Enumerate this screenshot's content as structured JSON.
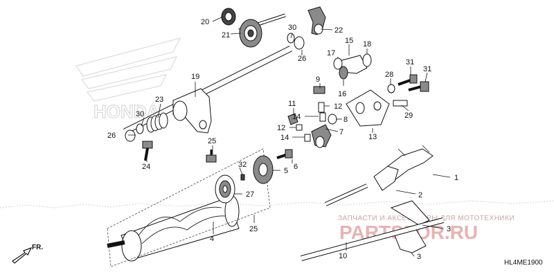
{
  "diagram": {
    "callouts": {
      "p1": "1",
      "p2": "2",
      "p3a": "3",
      "p3b": "3",
      "p4": "4",
      "p5": "5",
      "p6": "6",
      "p7": "7",
      "p8": "8",
      "p9": "9",
      "p10": "10",
      "p11": "11",
      "p12a": "12",
      "p12b": "12",
      "p13": "13",
      "p14a": "14",
      "p14b": "14",
      "p15": "15",
      "p16": "16",
      "p17": "17",
      "p18": "18",
      "p19": "19",
      "p20": "20",
      "p21": "21",
      "p22": "22",
      "p23": "23",
      "p24": "24",
      "p25a": "25",
      "p25b": "25",
      "p26a": "26",
      "p26b": "26",
      "p27": "27",
      "p28": "28",
      "p29": "29",
      "p30a": "30",
      "p30b": "30",
      "p31a": "31",
      "p31b": "31",
      "p32": "32"
    },
    "direction_label": "FR.",
    "diagram_code": "HL4ME1900",
    "watermark": {
      "tagline": "ЗАПЧАСТИ И АКСЕССУАРЫ ДЛЯ МОТОТЕХНИКИ",
      "logo": "PARTSFOR.RU"
    },
    "brand_mark": "HONDA"
  }
}
